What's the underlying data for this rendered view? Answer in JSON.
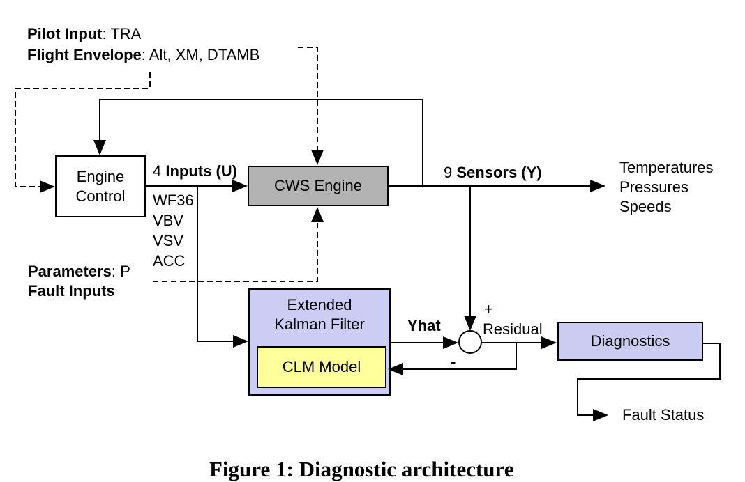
{
  "diagram": {
    "caption": "Figure 1: Diagnostic architecture",
    "labels": {
      "pilot_input_bold": "Pilot Input",
      "pilot_input_rest": ": TRA",
      "flight_envelope_bold": "Flight Envelope",
      "flight_envelope_rest": ": Alt, XM, DTAMB",
      "inputs_count": "4 ",
      "inputs_bold": "Inputs (U)",
      "u_signals": [
        "WF36",
        "VBV",
        "VSV",
        "ACC"
      ],
      "parameters_bold": "Parameters",
      "parameters_rest": ": P",
      "fault_inputs_bold": "Fault Inputs",
      "sensors_count": "9 ",
      "sensors_bold": "Sensors (Y)",
      "sensor_types": [
        "Temperatures",
        "Pressures",
        "Speeds"
      ],
      "yhat": "Yhat",
      "plus": "+",
      "minus": "-",
      "residual": "Residual",
      "fault_status": "Fault Status"
    },
    "boxes": {
      "engine_control": {
        "line1": "Engine",
        "line2": "Control"
      },
      "cws_engine": {
        "label": "CWS Engine"
      },
      "ekf": {
        "line1": "Extended",
        "line2": "Kalman Filter"
      },
      "clm": {
        "label": "CLM Model"
      },
      "diagnostics": {
        "label": "Diagnostics"
      }
    },
    "colors": {
      "engine_control_fill": "#ffffff",
      "cws_fill": "#b3b3b3",
      "ekf_fill": "#ccccf5",
      "clm_fill": "#ffff9c",
      "diagnostics_fill": "#ccccf2",
      "line": "#000000"
    }
  }
}
